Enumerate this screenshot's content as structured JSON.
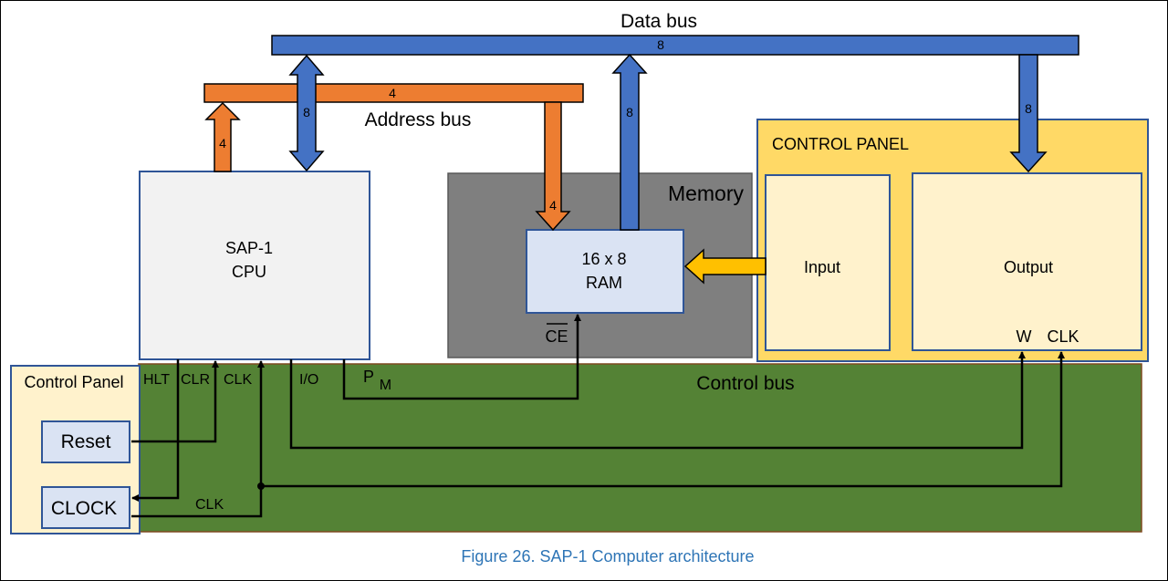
{
  "diagram": {
    "caption": "Figure 26.  SAP-1 Computer architecture",
    "buses": {
      "data_bus": {
        "label": "Data bus",
        "width": "8"
      },
      "address_bus": {
        "label": "Address bus",
        "width": "4"
      },
      "control_bus": {
        "label": "Control bus"
      }
    },
    "arrows": {
      "cpu_address": "4",
      "cpu_data": "8",
      "ram_address": "4",
      "ram_data": "8",
      "output_data": "8"
    },
    "cpu": {
      "line1": "SAP-1",
      "line2": "CPU"
    },
    "memory": {
      "label": "Memory",
      "ram": {
        "line1": "16 x 8",
        "line2": "RAM"
      },
      "ce_label": "CE"
    },
    "control_panel_right": {
      "label": "CONTROL PANEL",
      "input_label": "Input",
      "output_label": "Output",
      "w_label": "W",
      "clk_label": "CLK"
    },
    "control_panel_left": {
      "label": "Control Panel",
      "reset_label": "Reset",
      "clock_label": "CLOCK",
      "clk_wire_label": "CLK"
    },
    "cpu_pins": {
      "hlt": "HLT",
      "clr": "CLR",
      "clk": "CLK",
      "io": "I/O",
      "pm_main": "P",
      "pm_sub": "M"
    },
    "colors": {
      "data_bus": "#4472c4",
      "address_bus": "#ed7d31",
      "control_bus": "#548235",
      "memory": "#7f7f7f",
      "ram": "#dae3f3",
      "cpu": "#f2f2f2",
      "control_panel": "#ffd966",
      "panel_inner": "#fff2cc",
      "input_arrow": "#ffc000",
      "caption": "#2e75b6"
    }
  }
}
